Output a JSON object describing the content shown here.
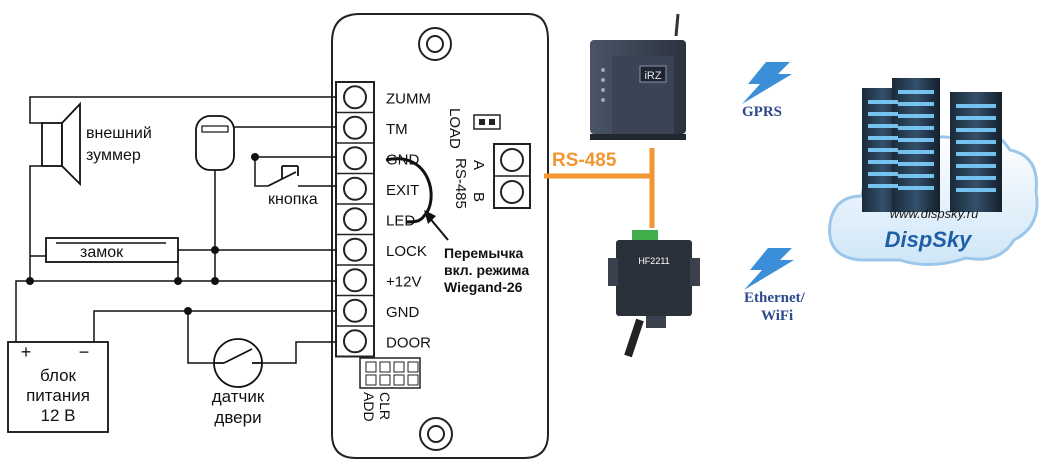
{
  "terminals": [
    "ZUMM",
    "TM",
    "GND",
    "EXIT",
    "LED",
    "LOCK",
    "+12V",
    "GND",
    "DOOR"
  ],
  "rs485_terminal": {
    "a": "A",
    "b": "B",
    "label": "RS-485"
  },
  "load_jumper": "LOAD",
  "dip_labels": {
    "add": "ADD",
    "clr": "CLR"
  },
  "buzzer_label": [
    "внешний",
    "зуммер"
  ],
  "button_label": "кнопка",
  "lock_label": "замок",
  "psu": {
    "plus": "+",
    "minus": "−",
    "lines": [
      "блок",
      "питания",
      "12 В"
    ]
  },
  "door_sensor_label": [
    "датчик",
    "двери"
  ],
  "jumper_note": [
    "Перемычка",
    "вкл. режима",
    "Wiegand-26"
  ],
  "bus_label": "RS-485",
  "gprs_label": "GPRS",
  "ethernet_label": [
    "Ethernet/",
    "WiFi"
  ],
  "cloud": {
    "url": "www.dispsky.ru",
    "brand": "DispSky"
  },
  "modem_logo": "iRZ",
  "converter_model": "HF2211",
  "colors": {
    "bus": "#f29533",
    "lightning": "#3a8fd8",
    "label_blue": "#2c4a8c",
    "brand_blue": "#1f5fa8"
  }
}
